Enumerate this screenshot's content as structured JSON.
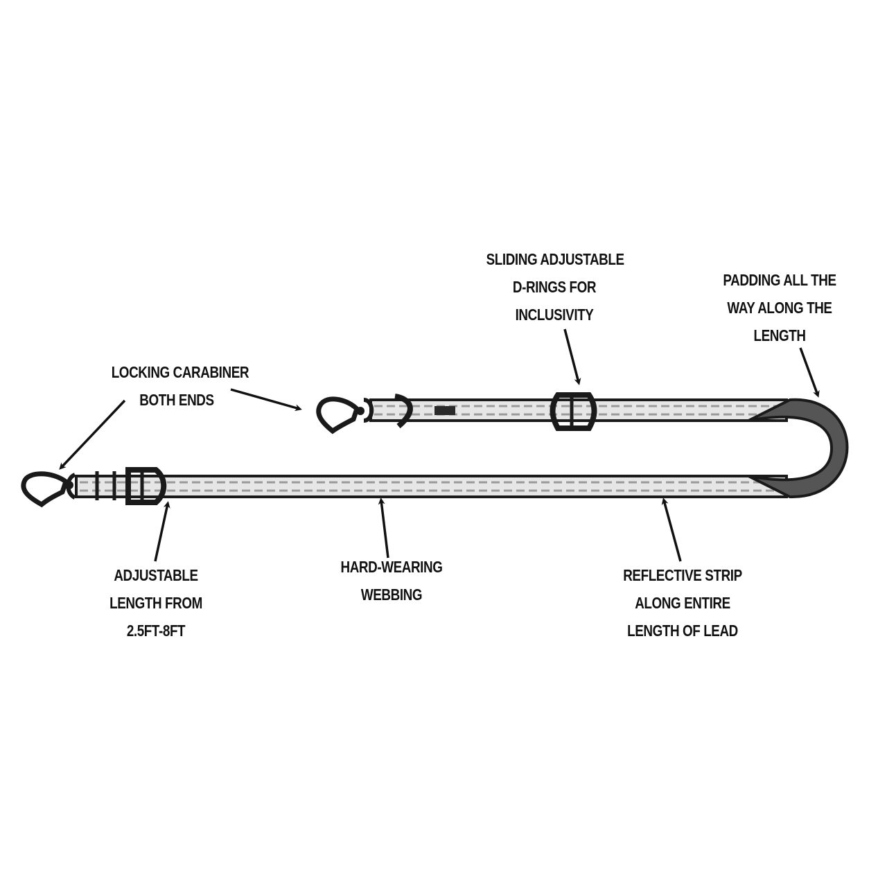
{
  "diagram": {
    "subject": "Adjustable dog lead with padded handle",
    "colors": {
      "outline": "#1a1a1a",
      "webbing": "#e6e6e6",
      "stitching": "#9a9a9a",
      "padding": "#555555",
      "background": "#ffffff"
    },
    "callouts": [
      {
        "id": "carabiner",
        "lines": [
          "LOCKING CARABINER",
          "BOTH ENDS"
        ]
      },
      {
        "id": "d-rings",
        "lines": [
          "SLIDING ADJUSTABLE",
          "D-RINGS FOR",
          "INCLUSIVITY"
        ]
      },
      {
        "id": "padding",
        "lines": [
          "PADDING ALL THE",
          "WAY ALONG THE",
          "LENGTH"
        ]
      },
      {
        "id": "length",
        "lines": [
          "ADJUSTABLE",
          "LENGTH FROM",
          "2.5FT-8FT"
        ]
      },
      {
        "id": "webbing",
        "lines": [
          "HARD-WEARING",
          "WEBBING"
        ]
      },
      {
        "id": "reflective",
        "lines": [
          "REFLECTIVE STRIP",
          "ALONG ENTIRE",
          "LENGTH OF LEAD"
        ]
      }
    ]
  }
}
